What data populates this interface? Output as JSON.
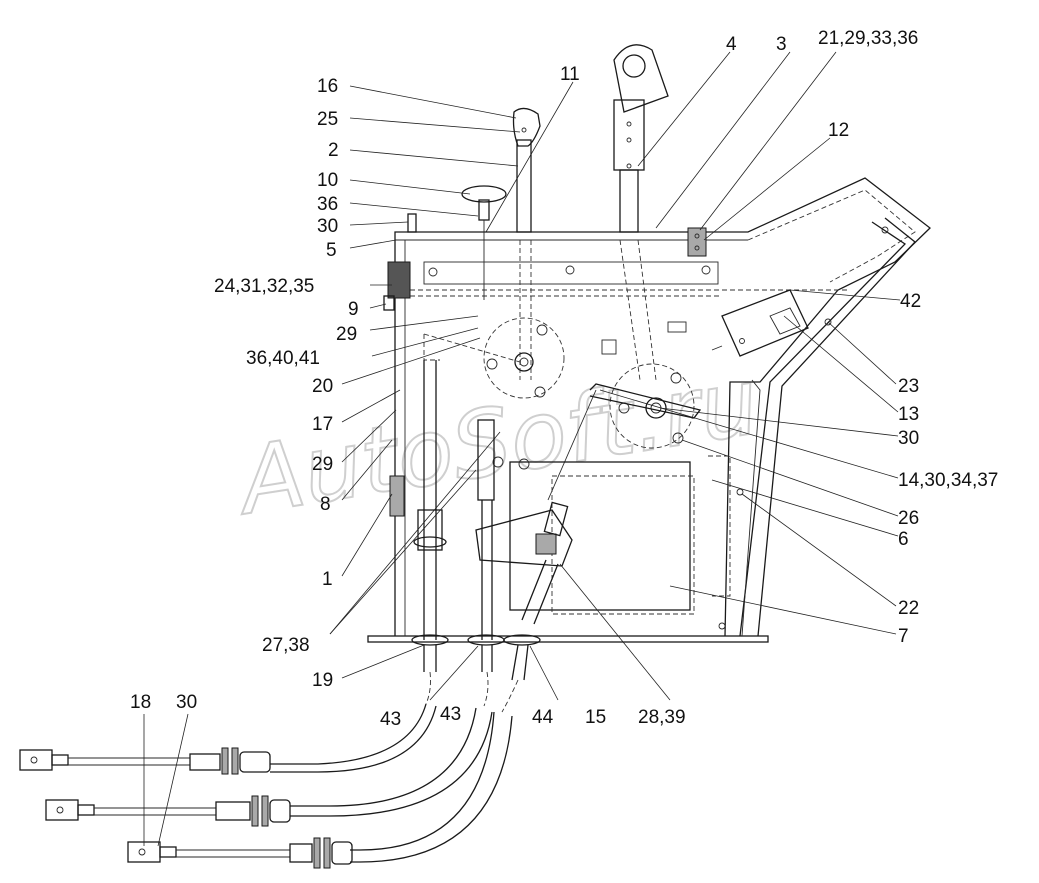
{
  "watermark": "AutoSoft.ru",
  "callouts": {
    "c16": "16",
    "c25": "25",
    "c2": "2",
    "c10": "10",
    "c36": "36",
    "c30a": "30",
    "c5": "5",
    "c24": "24,31,32,35",
    "c9": "9",
    "c29a": "29",
    "c36b": "36,40,41",
    "c20": "20",
    "c17": "17",
    "c29b": "29",
    "c8": "8",
    "c1": "1",
    "c27": "27,38",
    "c19": "19",
    "c43a": "43",
    "c43b": "43",
    "c44": "44",
    "c15": "15",
    "c28": "28,39",
    "c11": "11",
    "c4": "4",
    "c3": "3",
    "c21": "21,29,33,36",
    "c12": "12",
    "c42": "42",
    "c23": "23",
    "c13": "13",
    "c30b": "30",
    "c14": "14,30,34,37",
    "c26": "26",
    "c6": "6",
    "c22": "22",
    "c7": "7",
    "c18": "18",
    "c30c": "30"
  }
}
